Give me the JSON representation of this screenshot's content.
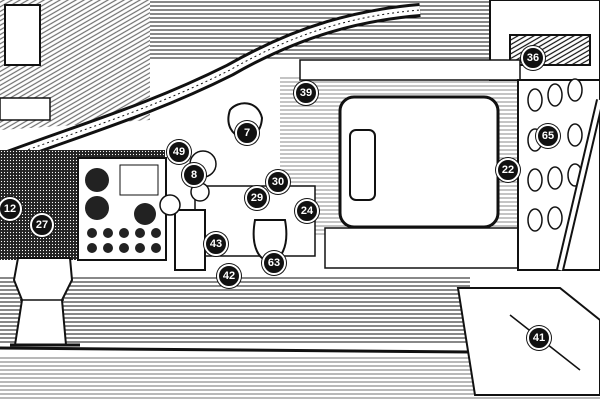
{
  "figure": {
    "callouts": [
      "36",
      "39",
      "7",
      "65",
      "49",
      "8",
      "22",
      "30",
      "29",
      "24",
      "12",
      "27",
      "43",
      "42",
      "63",
      "41"
    ]
  },
  "colors": {
    "ink": "#111111",
    "paper": "#ffffff"
  }
}
